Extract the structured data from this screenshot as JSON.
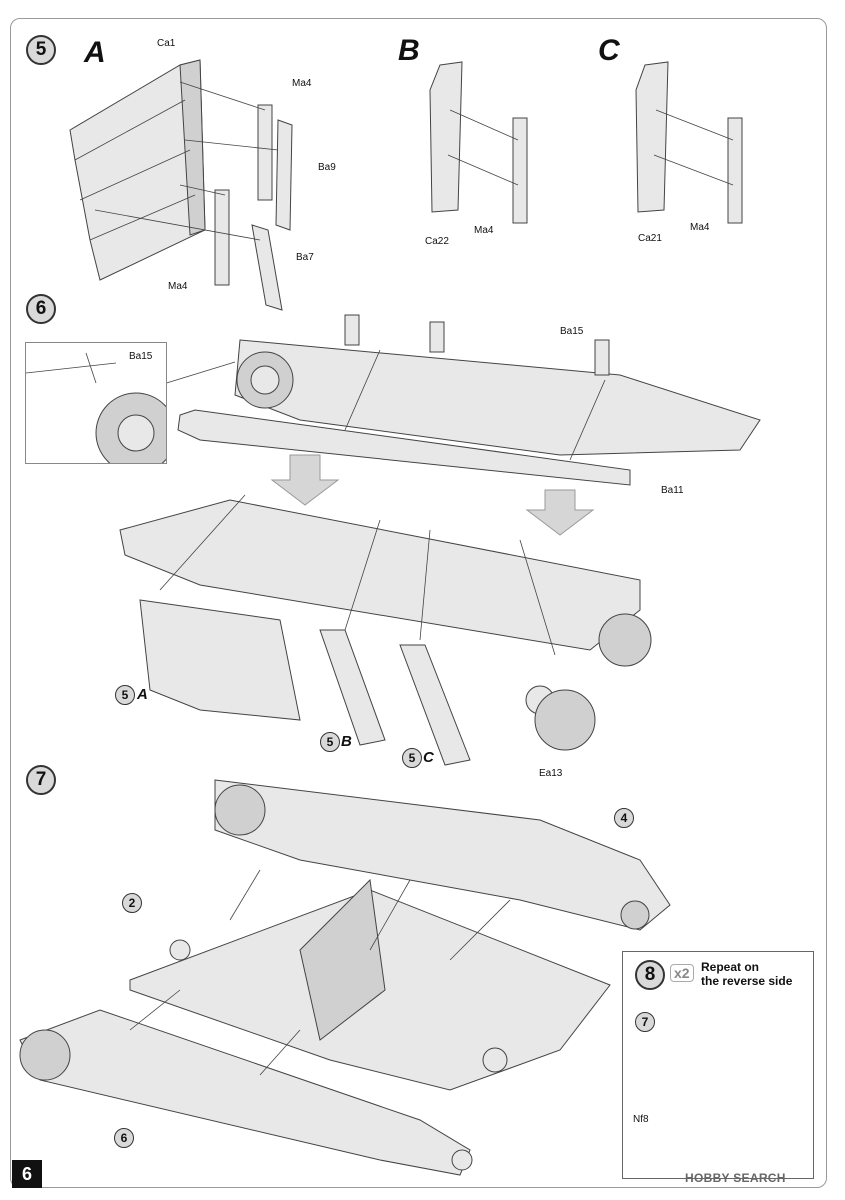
{
  "steps": {
    "s5": "5",
    "s6": "6",
    "s7": "7",
    "s8": "8"
  },
  "step5": {
    "variants": [
      "A",
      "B",
      "C"
    ],
    "labels": {
      "ca1": "Ca1",
      "ma4_a1": "Ma4",
      "ba9": "Ba9",
      "ba7": "Ba7",
      "ma4_a2": "Ma4",
      "ca22": "Ca22",
      "ma4_b": "Ma4",
      "ca21": "Ca21",
      "ma4_c": "Ma4"
    }
  },
  "step6": {
    "labels": {
      "ba15_inset": "Ba15",
      "ba15": "Ba15",
      "ba11": "Ba11",
      "ea13": "Ea13"
    },
    "refs": {
      "r5a_num": "5",
      "r5a_txt": "A",
      "r5b_num": "5",
      "r5b_txt": "B",
      "r5c_num": "5",
      "r5c_txt": "C"
    }
  },
  "step7": {
    "callouts": {
      "c2": "2",
      "c4": "4",
      "c6": "6"
    }
  },
  "step8": {
    "multiplier": "x2",
    "repeat_line1": "Repeat on",
    "repeat_line2": "the reverse side",
    "c7": "7",
    "nf8": "Nf8"
  },
  "page_number": "6",
  "watermark": "HOBBY SEARCH"
}
